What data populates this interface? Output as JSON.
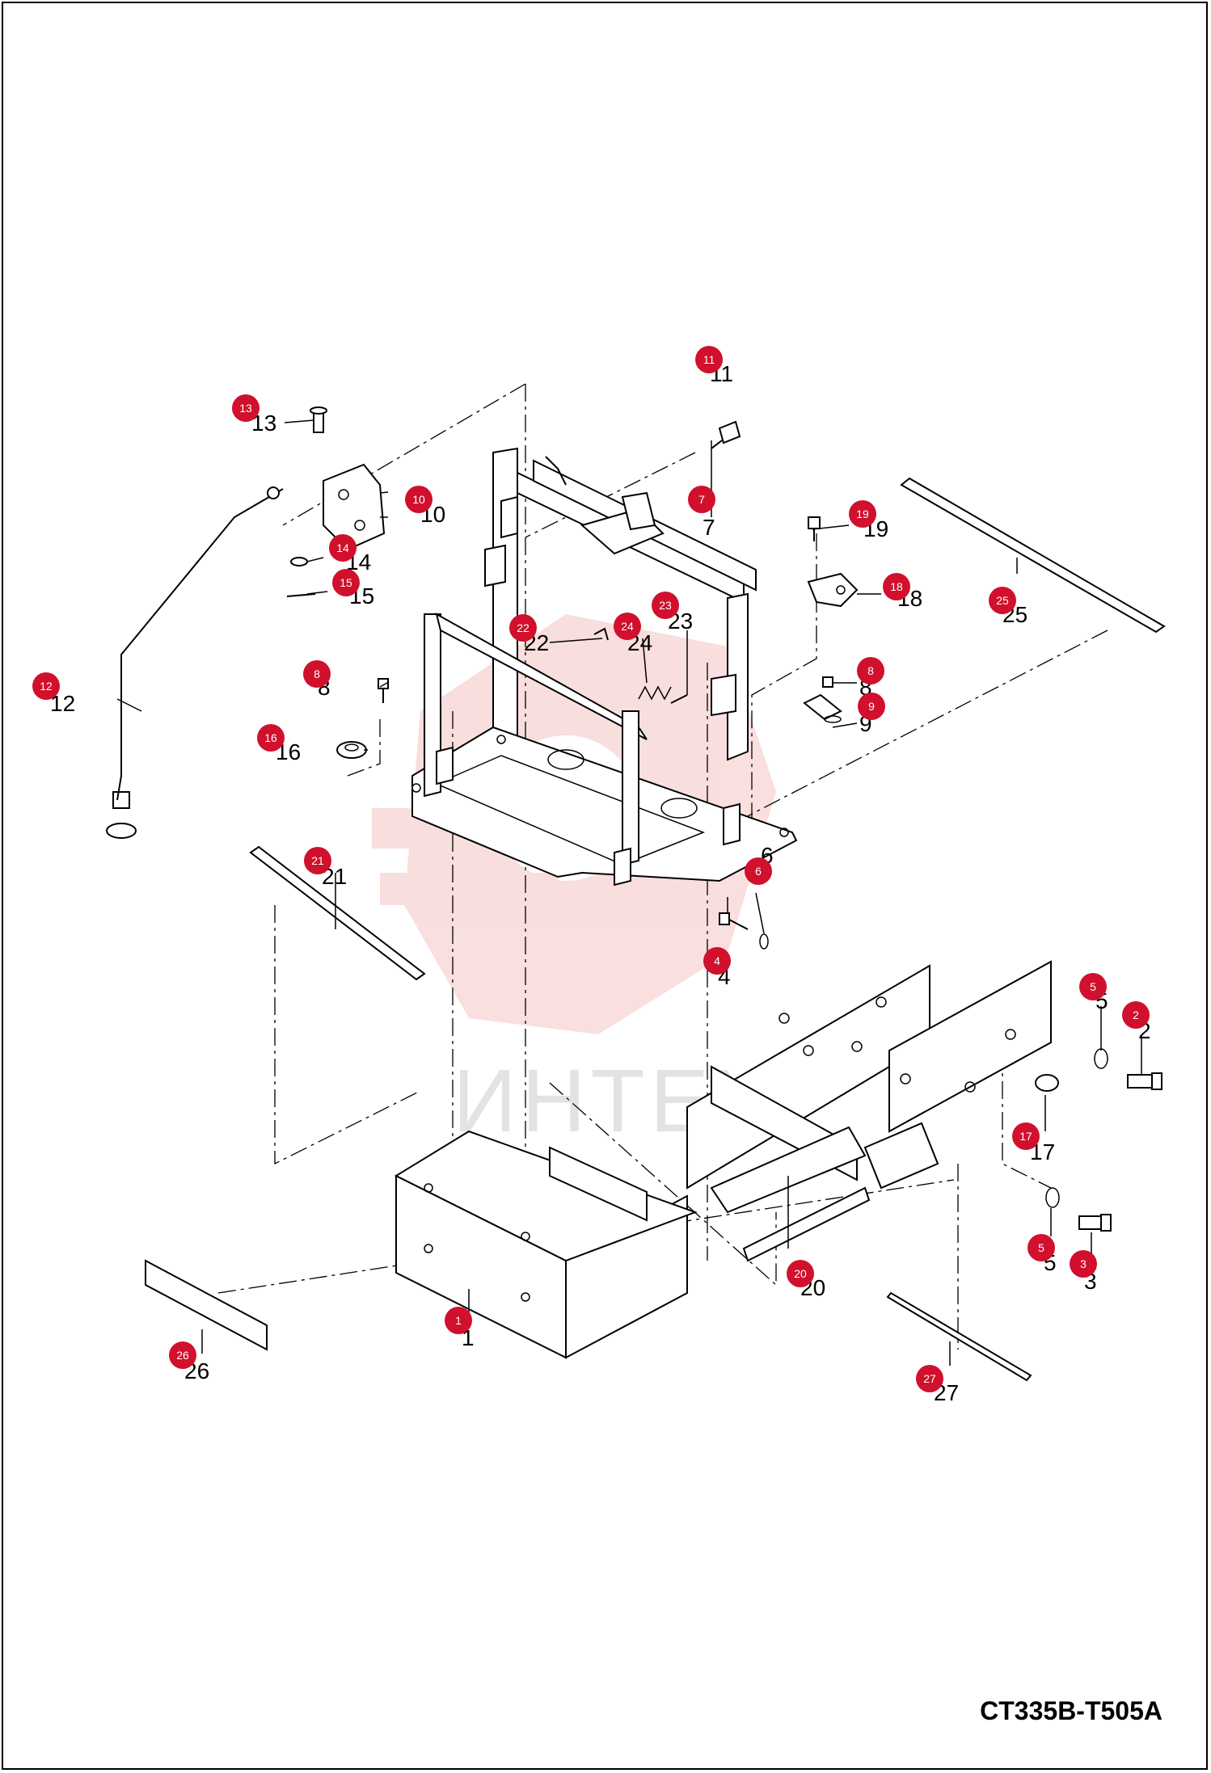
{
  "document_code": "CT335B-T505A",
  "watermark_text": "ИНТЕХ",
  "colors": {
    "callout": "#d0102c",
    "callout_text": "#ffffff",
    "line": "#000000",
    "watermark": "#f3b7b7"
  },
  "parts": [
    {
      "number": "1",
      "label": "1"
    },
    {
      "number": "2",
      "label": "2"
    },
    {
      "number": "3",
      "label": "3"
    },
    {
      "number": "4",
      "label": "4"
    },
    {
      "number": "5",
      "label": "5"
    },
    {
      "number": "5",
      "label": "5"
    },
    {
      "number": "6",
      "label": "6"
    },
    {
      "number": "7",
      "label": "7"
    },
    {
      "number": "8",
      "label": "8"
    },
    {
      "number": "8",
      "label": "8"
    },
    {
      "number": "9",
      "label": "9"
    },
    {
      "number": "10",
      "label": "10"
    },
    {
      "number": "11",
      "label": "11"
    },
    {
      "number": "12",
      "label": "12"
    },
    {
      "number": "13",
      "label": "13"
    },
    {
      "number": "14",
      "label": "14"
    },
    {
      "number": "15",
      "label": "15"
    },
    {
      "number": "16",
      "label": "16"
    },
    {
      "number": "17",
      "label": "17"
    },
    {
      "number": "18",
      "label": "18"
    },
    {
      "number": "19",
      "label": "19"
    },
    {
      "number": "20",
      "label": "20"
    },
    {
      "number": "21",
      "label": "21"
    },
    {
      "number": "22",
      "label": "22"
    },
    {
      "number": "23",
      "label": "23"
    },
    {
      "number": "24",
      "label": "24"
    },
    {
      "number": "25",
      "label": "25"
    },
    {
      "number": "26",
      "label": "26"
    },
    {
      "number": "27",
      "label": "27"
    }
  ]
}
